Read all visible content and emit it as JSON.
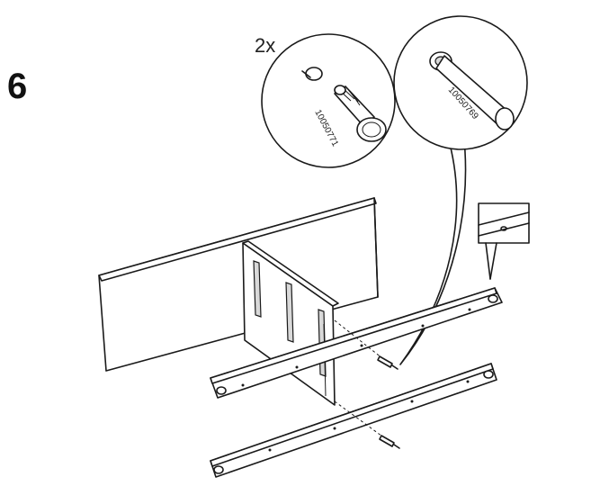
{
  "step": {
    "number": "6"
  },
  "callout_left": {
    "quantity": "2x",
    "part_number": "10050771"
  },
  "callout_right": {
    "part_number": "10050769"
  },
  "icons": [
    "dowel-icon",
    "wooden-peg-icon",
    "screw-icon",
    "cam-hole-icon"
  ]
}
